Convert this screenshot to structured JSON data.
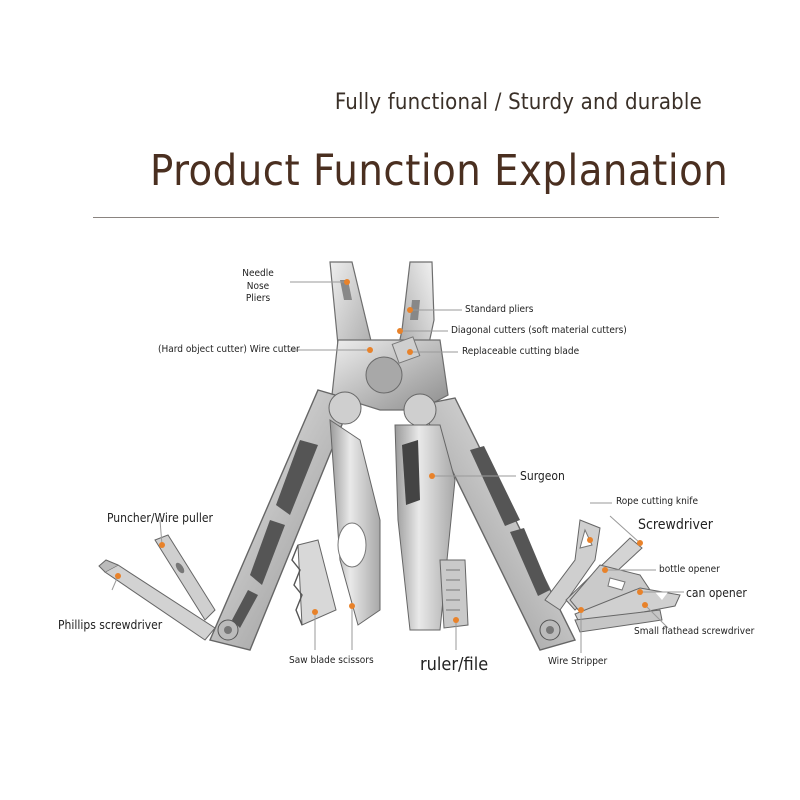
{
  "header": {
    "subtitle": "Fully functional / Sturdy and durable",
    "title": "Product Function Explanation"
  },
  "labels": {
    "needle_nose_pliers": "Needle Nose\nPliers",
    "standard_pliers": "Standard pliers",
    "diagonal_cutters": "Diagonal cutters (soft material cutters)",
    "wire_cutter": "(Hard object cutter) Wire cutter",
    "replaceable_blade": "Replaceable cutting blade",
    "surgeon": "Surgeon",
    "puncher": "Puncher/Wire puller",
    "rope_cutting_knife": "Rope cutting knife",
    "screwdriver": "Screwdriver",
    "bottle_opener": "bottle opener",
    "can_opener": "can opener",
    "phillips_screwdriver": "Phillips screwdriver",
    "small_flathead": "Small flathead screwdriver",
    "saw_blade_scissors": "Saw blade scissors",
    "ruler_file": "ruler/file",
    "wire_stripper": "Wire Stripper"
  },
  "colors": {
    "title": "#4a2f20",
    "marker": "#e8822a",
    "leader": "#9a9a9a",
    "steel_light": "#dcdcdc",
    "steel_mid": "#b4b4b4",
    "steel_dark": "#7c7c7c"
  }
}
